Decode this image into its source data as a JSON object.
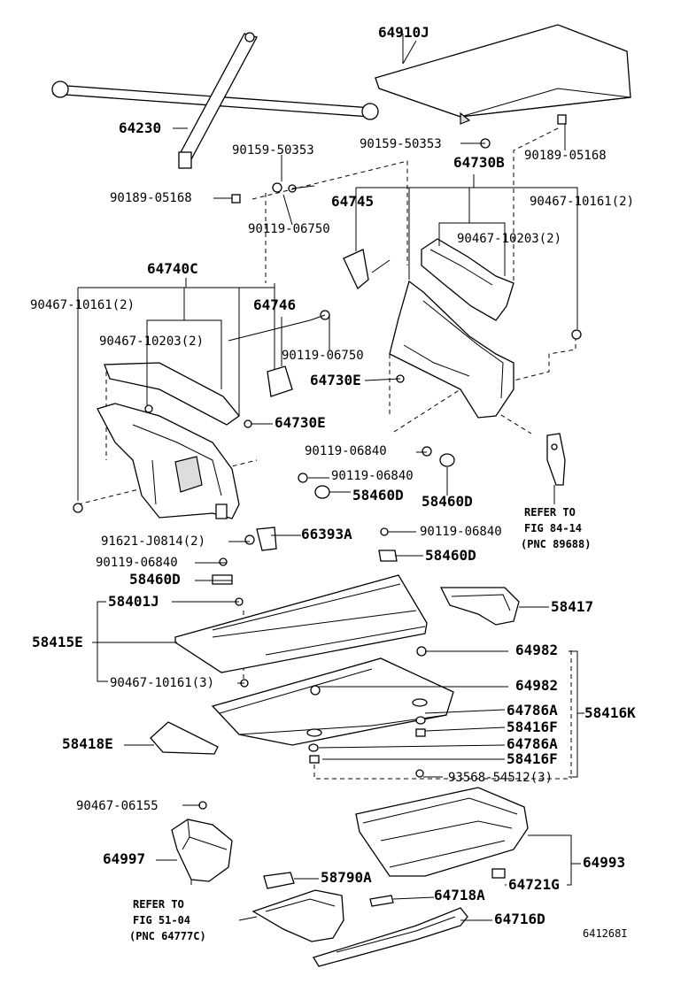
{
  "parts": {
    "p64910J": "64910J",
    "p64230": "64230",
    "p90159_50353_a": "90159-50353",
    "p90159_50353_b": "90159-50353",
    "p90189_05168_a": "90189-05168",
    "p90189_05168_b": "90189-05168",
    "p64730B": "64730B",
    "p90467_10161_2_a": "90467-10161(2)",
    "p64745": "64745",
    "p90119_06750_a": "90119-06750",
    "p90467_10203_2_a": "90467-10203(2)",
    "p64740C": "64740C",
    "p90467_10161_2_b": "90467-10161(2)",
    "p64746": "64746",
    "p90467_10203_2_b": "90467-10203(2)",
    "p90119_06750_b": "90119-06750",
    "p64730E_a": "64730E",
    "p64730E_b": "64730E",
    "p90119_06840_a": "90119-06840",
    "p90119_06840_b": "90119-06840",
    "p58460D_a": "58460D",
    "p58460D_b": "58460D",
    "p91621_J0814_2": "91621-J0814(2)",
    "p66393A": "66393A",
    "p90119_06840_c": "90119-06840",
    "p90119_06840_d": "90119-06840",
    "p58460D_c": "58460D",
    "p58460D_d": "58460D",
    "p58401J": "58401J",
    "p58417": "58417",
    "p58415E": "58415E",
    "p64982_a": "64982",
    "p90467_10161_3": "90467-10161(3)",
    "p64982_b": "64982",
    "p64786A_a": "64786A",
    "p58416K": "58416K",
    "p58416F_a": "58416F",
    "p58418E": "58418E",
    "p64786A_b": "64786A",
    "p58416F_b": "58416F",
    "p93568_54512_3": "93568-54512(3)",
    "p90467_06155": "90467-06155",
    "p64997": "64997",
    "p58790A": "58790A",
    "p64993": "64993",
    "p64721G": "64721G",
    "p64718A": "64718A",
    "p64716D": "64716D"
  },
  "refs": {
    "r1_l1": "REFER TO",
    "r1_l2": "FIG 84-14",
    "r1_l3": "(PNC 89688)",
    "r2_l1": "REFER TO",
    "r2_l2": "FIG 51-04",
    "r2_l3": "(PNC 64777C)"
  },
  "figure_id": "641268I"
}
